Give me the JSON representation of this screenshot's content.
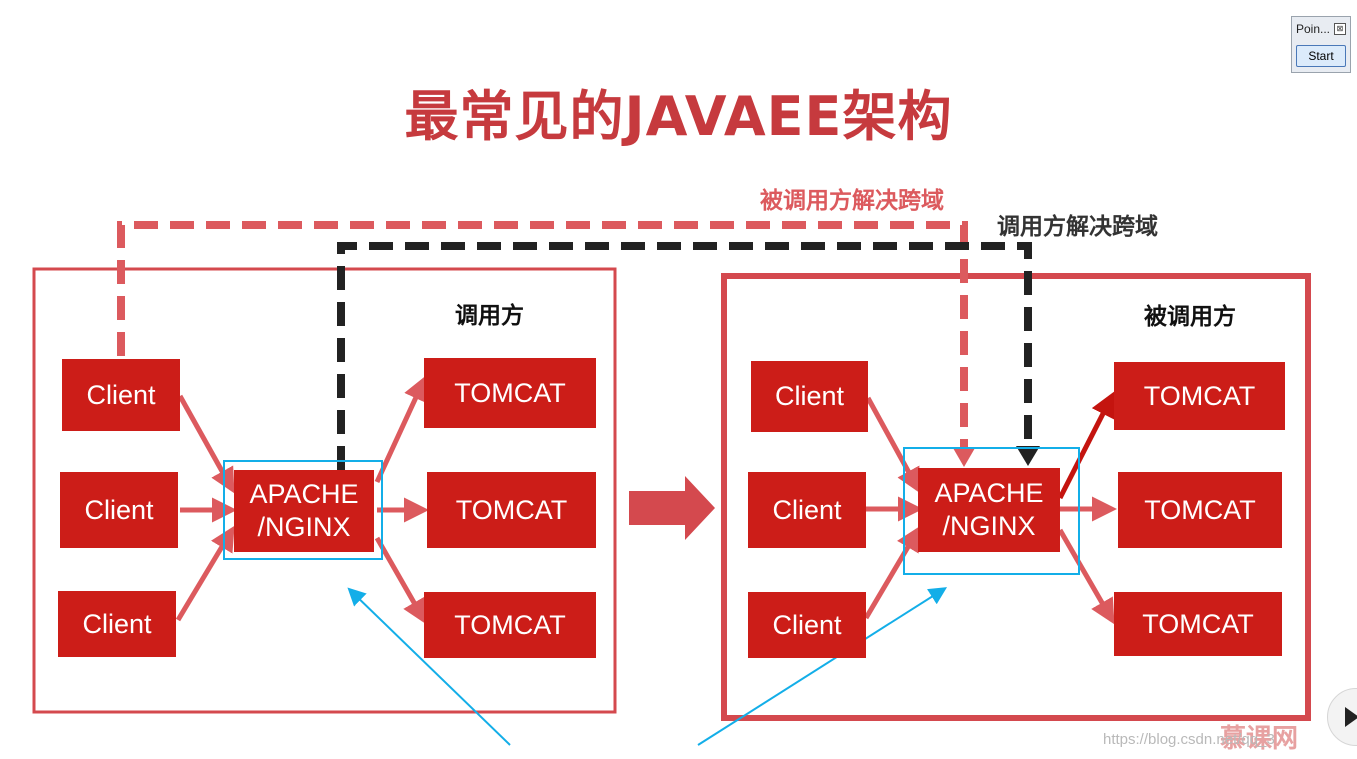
{
  "title": "最常见的JAVAEE架构",
  "left_panel": {
    "label": "调用方",
    "clients": [
      "Client",
      "Client",
      "Client"
    ],
    "proxy": "APACHE\n/NGINX",
    "servers": [
      "TOMCAT",
      "TOMCAT",
      "TOMCAT"
    ]
  },
  "right_panel": {
    "label": "被调用方",
    "clients": [
      "Client",
      "Client",
      "Client"
    ],
    "proxy": "APACHE\n/NGINX",
    "servers": [
      "TOMCAT",
      "TOMCAT",
      "TOMCAT"
    ]
  },
  "annotations": {
    "callee_solution": "被调用方解决跨域",
    "caller_solution": "调用方解决跨域"
  },
  "widget": {
    "title": "Poin...",
    "close": "⊠",
    "start_button": "Start"
  },
  "watermark": "https://blog.csdn.net/qq_3",
  "logo": "慕课网",
  "colors": {
    "accent_red": "#cc1d18",
    "frame_red": "#d4494e",
    "title_red": "#c63a3e",
    "highlight_blue": "#13aee8",
    "black_dash": "#222222"
  }
}
